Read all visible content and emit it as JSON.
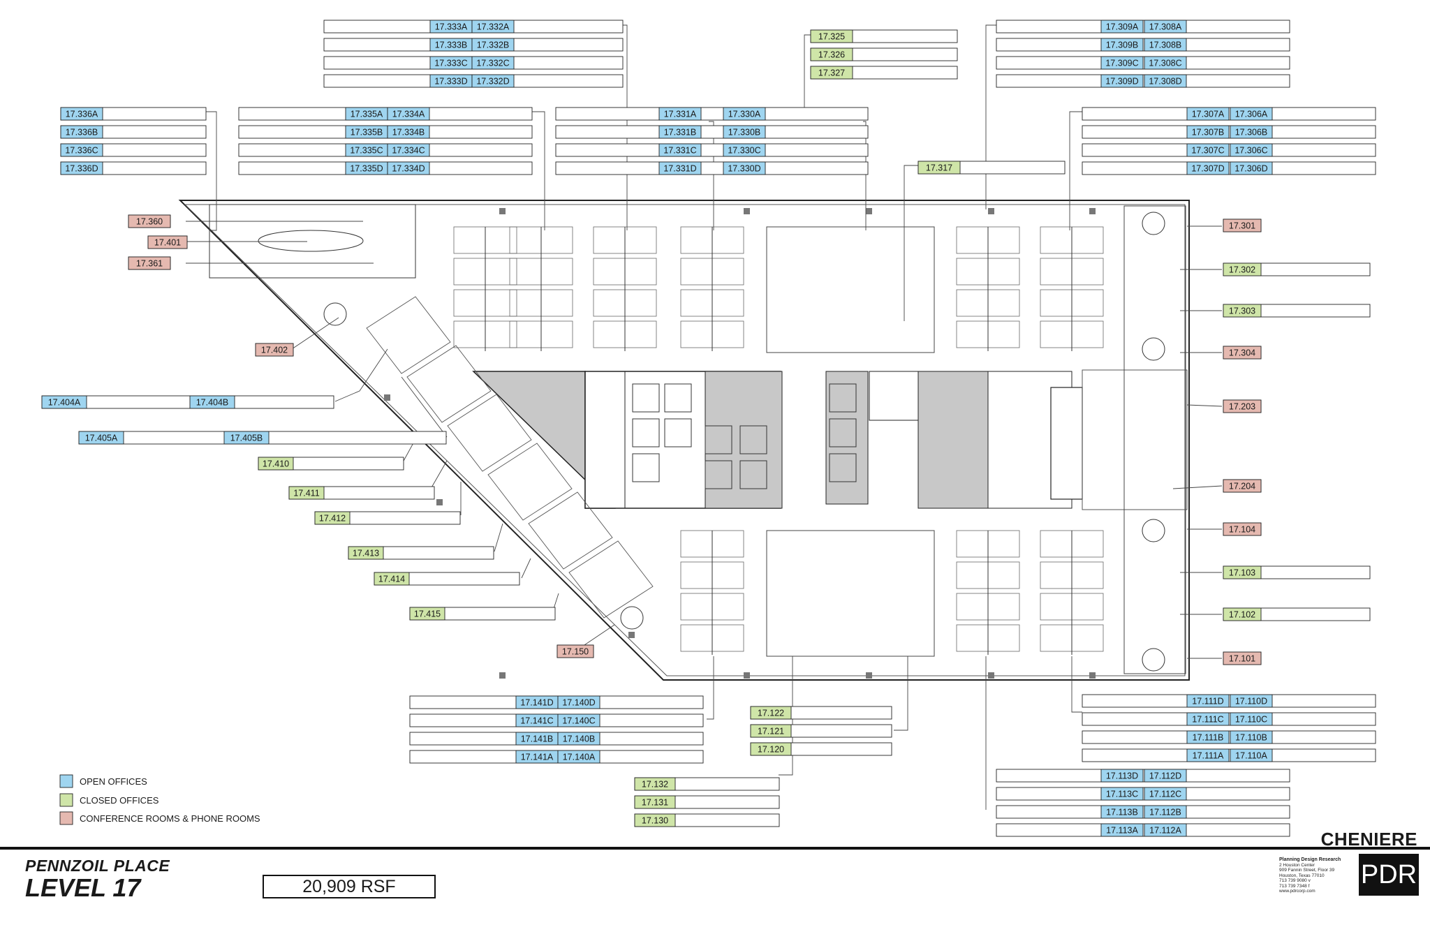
{
  "colors": {
    "open_office": "#9fd5f0",
    "closed_office": "#cfe5a8",
    "conference": "#e5b9b0",
    "core_fill": "#c8c8c8",
    "line": "#333333"
  },
  "legend": [
    {
      "category": "open",
      "label": "OPEN OFFICES"
    },
    {
      "category": "closed",
      "label": "CLOSED OFFICES"
    },
    {
      "category": "conf",
      "label": "CONFERENCE ROOMS & PHONE ROOMS"
    }
  ],
  "rooms": {
    "r17_333A": {
      "id": "17.333A",
      "category": "open"
    },
    "r17_332A": {
      "id": "17.332A",
      "category": "open"
    },
    "r17_333B": {
      "id": "17.333B",
      "category": "open"
    },
    "r17_332B": {
      "id": "17.332B",
      "category": "open"
    },
    "r17_333C": {
      "id": "17.333C",
      "category": "open"
    },
    "r17_332C": {
      "id": "17.332C",
      "category": "open"
    },
    "r17_333D": {
      "id": "17.333D",
      "category": "open"
    },
    "r17_332D": {
      "id": "17.332D",
      "category": "open"
    },
    "r17_325": {
      "id": "17.325",
      "category": "closed"
    },
    "r17_326": {
      "id": "17.326",
      "category": "closed"
    },
    "r17_327": {
      "id": "17.327",
      "category": "closed"
    },
    "r17_309A": {
      "id": "17.309A",
      "category": "open"
    },
    "r17_308A": {
      "id": "17.308A",
      "category": "open"
    },
    "r17_309B": {
      "id": "17.309B",
      "category": "open"
    },
    "r17_308B": {
      "id": "17.308B",
      "category": "open"
    },
    "r17_309C": {
      "id": "17.309C",
      "category": "open"
    },
    "r17_308C": {
      "id": "17.308C",
      "category": "open"
    },
    "r17_309D": {
      "id": "17.309D",
      "category": "open"
    },
    "r17_308D": {
      "id": "17.308D",
      "category": "open"
    },
    "r17_336A": {
      "id": "17.336A",
      "category": "open"
    },
    "r17_336B": {
      "id": "17.336B",
      "category": "open"
    },
    "r17_336C": {
      "id": "17.336C",
      "category": "open"
    },
    "r17_336D": {
      "id": "17.336D",
      "category": "open"
    },
    "r17_335A": {
      "id": "17.335A",
      "category": "open"
    },
    "r17_334A": {
      "id": "17.334A",
      "category": "open"
    },
    "r17_335B": {
      "id": "17.335B",
      "category": "open"
    },
    "r17_334B": {
      "id": "17.334B",
      "category": "open"
    },
    "r17_335C": {
      "id": "17.335C",
      "category": "open"
    },
    "r17_334C": {
      "id": "17.334C",
      "category": "open"
    },
    "r17_335D": {
      "id": "17.335D",
      "category": "open"
    },
    "r17_334D": {
      "id": "17.334D",
      "category": "open"
    },
    "r17_331A": {
      "id": "17.331A",
      "category": "open"
    },
    "r17_330A": {
      "id": "17.330A",
      "category": "open"
    },
    "r17_331B": {
      "id": "17.331B",
      "category": "open"
    },
    "r17_330B": {
      "id": "17.330B",
      "category": "open"
    },
    "r17_331C": {
      "id": "17.331C",
      "category": "open"
    },
    "r17_330C": {
      "id": "17.330C",
      "category": "open"
    },
    "r17_331D": {
      "id": "17.331D",
      "category": "open"
    },
    "r17_330D": {
      "id": "17.330D",
      "category": "open"
    },
    "r17_317": {
      "id": "17.317",
      "category": "closed"
    },
    "r17_307A": {
      "id": "17.307A",
      "category": "open"
    },
    "r17_306A": {
      "id": "17.306A",
      "category": "open"
    },
    "r17_307B": {
      "id": "17.307B",
      "category": "open"
    },
    "r17_306B": {
      "id": "17.306B",
      "category": "open"
    },
    "r17_307C": {
      "id": "17.307C",
      "category": "open"
    },
    "r17_306C": {
      "id": "17.306C",
      "category": "open"
    },
    "r17_307D": {
      "id": "17.307D",
      "category": "open"
    },
    "r17_306D": {
      "id": "17.306D",
      "category": "open"
    },
    "r17_360": {
      "id": "17.360",
      "category": "conf"
    },
    "r17_401": {
      "id": "17.401",
      "category": "conf"
    },
    "r17_361": {
      "id": "17.361",
      "category": "conf"
    },
    "r17_402": {
      "id": "17.402",
      "category": "conf"
    },
    "r17_404A": {
      "id": "17.404A",
      "category": "open"
    },
    "r17_404B": {
      "id": "17.404B",
      "category": "open"
    },
    "r17_405A": {
      "id": "17.405A",
      "category": "open"
    },
    "r17_405B": {
      "id": "17.405B",
      "category": "open"
    },
    "r17_410": {
      "id": "17.410",
      "category": "closed"
    },
    "r17_411": {
      "id": "17.411",
      "category": "closed"
    },
    "r17_412": {
      "id": "17.412",
      "category": "closed"
    },
    "r17_413": {
      "id": "17.413",
      "category": "closed"
    },
    "r17_414": {
      "id": "17.414",
      "category": "closed"
    },
    "r17_415": {
      "id": "17.415",
      "category": "closed"
    },
    "r17_150": {
      "id": "17.150",
      "category": "conf"
    },
    "r17_301": {
      "id": "17.301",
      "category": "conf"
    },
    "r17_302": {
      "id": "17.302",
      "category": "closed"
    },
    "r17_303": {
      "id": "17.303",
      "category": "closed"
    },
    "r17_304": {
      "id": "17.304",
      "category": "conf"
    },
    "r17_203": {
      "id": "17.203",
      "category": "conf"
    },
    "r17_204": {
      "id": "17.204",
      "category": "conf"
    },
    "r17_104": {
      "id": "17.104",
      "category": "conf"
    },
    "r17_103": {
      "id": "17.103",
      "category": "closed"
    },
    "r17_102": {
      "id": "17.102",
      "category": "closed"
    },
    "r17_101": {
      "id": "17.101",
      "category": "conf"
    },
    "r17_141D": {
      "id": "17.141D",
      "category": "open"
    },
    "r17_140D": {
      "id": "17.140D",
      "category": "open"
    },
    "r17_141C": {
      "id": "17.141C",
      "category": "open"
    },
    "r17_140C": {
      "id": "17.140C",
      "category": "open"
    },
    "r17_141B": {
      "id": "17.141B",
      "category": "open"
    },
    "r17_140B": {
      "id": "17.140B",
      "category": "open"
    },
    "r17_141A": {
      "id": "17.141A",
      "category": "open"
    },
    "r17_140A": {
      "id": "17.140A",
      "category": "open"
    },
    "r17_122": {
      "id": "17.122",
      "category": "closed"
    },
    "r17_121": {
      "id": "17.121",
      "category": "closed"
    },
    "r17_120": {
      "id": "17.120",
      "category": "closed"
    },
    "r17_132": {
      "id": "17.132",
      "category": "closed"
    },
    "r17_131": {
      "id": "17.131",
      "category": "closed"
    },
    "r17_130": {
      "id": "17.130",
      "category": "closed"
    },
    "r17_111D": {
      "id": "17.111D",
      "category": "open"
    },
    "r17_110D": {
      "id": "17.110D",
      "category": "open"
    },
    "r17_111C": {
      "id": "17.111C",
      "category": "open"
    },
    "r17_110C": {
      "id": "17.110C",
      "category": "open"
    },
    "r17_111B": {
      "id": "17.111B",
      "category": "open"
    },
    "r17_110B": {
      "id": "17.110B",
      "category": "open"
    },
    "r17_111A": {
      "id": "17.111A",
      "category": "open"
    },
    "r17_110A": {
      "id": "17.110A",
      "category": "open"
    },
    "r17_113D": {
      "id": "17.113D",
      "category": "open"
    },
    "r17_112D": {
      "id": "17.112D",
      "category": "open"
    },
    "r17_113C": {
      "id": "17.113C",
      "category": "open"
    },
    "r17_112C": {
      "id": "17.112C",
      "category": "open"
    },
    "r17_113B": {
      "id": "17.113B",
      "category": "open"
    },
    "r17_112B": {
      "id": "17.112B",
      "category": "open"
    },
    "r17_113A": {
      "id": "17.113A",
      "category": "open"
    },
    "r17_112A": {
      "id": "17.112A",
      "category": "open"
    }
  },
  "title_block": {
    "project": "PENNZOIL PLACE",
    "level": "LEVEL 17",
    "area": "20,909 RSF",
    "client": "CHENIERE",
    "firm_name": "Planning Design Research",
    "firm_address": [
      "2 Houston Center",
      "909 Fannin Street, Floor 39",
      "Houston, Texas 77010",
      "713 739 9080 v",
      "713 739 7348 f",
      "www.pdrcorp.com"
    ],
    "firm_logo": "PDR"
  }
}
